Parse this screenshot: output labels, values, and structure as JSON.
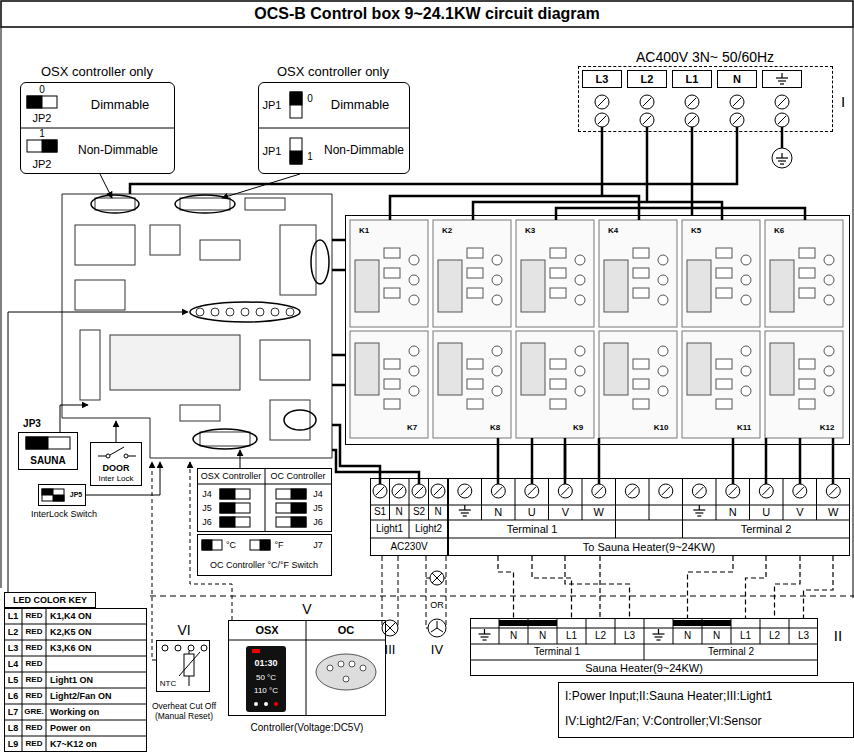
{
  "diagram": {
    "title": "OCS-B Control box 9~24.1KW circuit diagram",
    "nodes": [
      {
        "text": [
          "OSX controller only",
          "0",
          "Dimmable",
          "JP2",
          "1",
          "Non-Dimmable",
          "JP2"
        ]
      },
      {
        "text": [
          "OSX controller only",
          "JP1",
          "0",
          "Dimmable",
          "JP1",
          "1",
          "Non-Dimmable"
        ]
      },
      {
        "text": [
          "AC400V 3N~ 50/60Hz",
          "L3",
          "L2",
          "L1",
          "N",
          "I"
        ]
      },
      {
        "text": [
          "K1",
          "K2",
          "K3",
          "K4",
          "K5",
          "K6",
          "K7",
          "K8",
          "K9",
          "K10",
          "K11",
          "K12"
        ]
      },
      {
        "text": [
          "JP3",
          "SAUNA"
        ]
      },
      {
        "text": [
          "DOOR",
          "Inter Lock"
        ]
      },
      {
        "text": [
          "JP5",
          "InterLock Switch"
        ]
      },
      {
        "text": [
          "OSX Controller",
          "OC Controller",
          "J4",
          "J5",
          "J6",
          "J4",
          "J5",
          "J6",
          "°C",
          "°F",
          "J7",
          "OC Controller °C/°F Switch"
        ]
      },
      {
        "text": [
          "S1",
          "N",
          "S2",
          "N",
          "Light1",
          "Light2",
          "AC230V"
        ]
      },
      {
        "text": [
          "N",
          "U",
          "V",
          "W",
          "Terminal 1",
          "N",
          "U",
          "V",
          "W",
          "Terminal 2",
          "To Sauna Heater(9~24KW)"
        ]
      },
      {
        "text": [
          "N",
          "N",
          "L1",
          "L2",
          "L3",
          "Terminal 1",
          "N",
          "N",
          "L1",
          "L2",
          "L3",
          "Terminal 2",
          "Sauna Heater(9~24KW)",
          "II"
        ]
      },
      {
        "text": [
          "LED COLOR KEY",
          "L1",
          "RED",
          "K1,K4 ON",
          "L2",
          "RED",
          "K2,K5 ON",
          "L3",
          "RED",
          "K3,K6 ON",
          "L4",
          "RED",
          "L5",
          "RED",
          "Light1 ON",
          "L6",
          "RED",
          "Light2/Fan ON",
          "L7",
          "GRE.",
          "Working on",
          "L8",
          "RED",
          "Power on",
          "L9",
          "RED",
          "K7~K12 on"
        ]
      },
      {
        "text": [
          "VI",
          "NTC",
          "Overheat Cut Off (Manual Reset)"
        ]
      },
      {
        "text": [
          "V",
          "OSX",
          "OC",
          "01:30",
          "50 °C",
          "110 °C",
          "Controller(Voltage:DC5V)"
        ]
      },
      {
        "text": [
          "I:Power Input;II:Sauna Heater;III:Light1",
          "IV:Light2/Fan; V:Controller;VI:Sensor"
        ]
      }
    ],
    "edges": [
      {
        "from": 2,
        "to": 3,
        "arrow": "none"
      },
      {
        "from": 3,
        "to": 9,
        "arrow": "none"
      },
      {
        "from": 9,
        "to": 10,
        "arrow": "none"
      }
    ],
    "labels": [
      "III",
      "OR",
      "IV"
    ]
  }
}
